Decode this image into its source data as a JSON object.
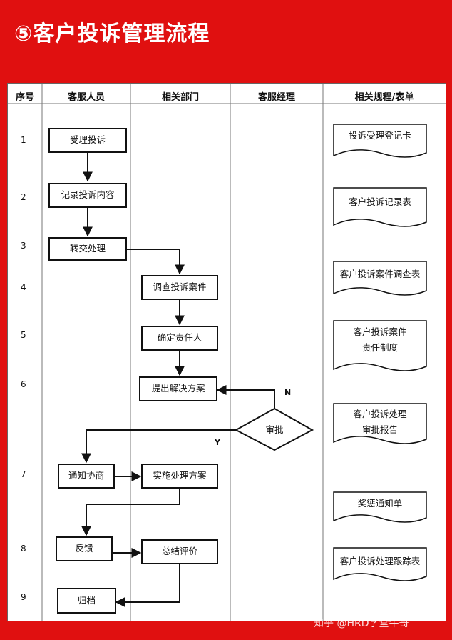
{
  "header": {
    "title": "⑤客户投诉管理流程"
  },
  "table": {
    "headers": [
      "序号",
      "客服人员",
      "相关部门",
      "客服经理",
      "相关规程/表单"
    ],
    "row_numbers": [
      "1",
      "2",
      "3",
      "4",
      "5",
      "6",
      "7",
      "8",
      "9"
    ]
  },
  "steps": {
    "accept": "受理投诉",
    "record": "记录投诉内容",
    "transfer": "转交处理",
    "investigate": "调查投诉案件",
    "responsible": "确定责任人",
    "propose": "提出解决方案",
    "approve": "审批",
    "notify": "通知协商",
    "implement": "实施处理方案",
    "feedback": "反馈",
    "summary": "总结评价",
    "archive": "归档"
  },
  "forms": [
    "投诉受理登记卡",
    "客户投诉记录表",
    "客户投诉案件调查表",
    "客户投诉案件\n责任制度",
    "客户投诉处理\n审批报告",
    "奖惩通知单",
    "客户投诉处理跟踪表"
  ],
  "flow_labels": {
    "no": "N",
    "yes": "Y"
  },
  "watermark": "知乎 @HRD学堂牛哥"
}
